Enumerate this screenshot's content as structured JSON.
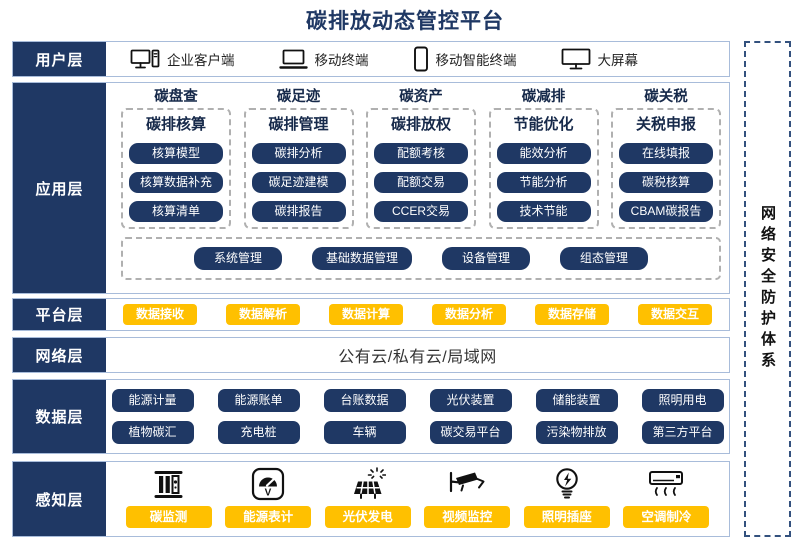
{
  "title": "碳排放动态管控平台",
  "colors": {
    "navy": "#1F3864",
    "yellow": "#FFC000",
    "band_border": "#A8BCDA",
    "dashed_gray": "#B0B0B0",
    "security_dash": "#33517E"
  },
  "user_layer": {
    "label": "用户层",
    "items": [
      {
        "icon": "desktop-computer-icon",
        "label": "企业客户端"
      },
      {
        "icon": "laptop-icon",
        "label": "移动终端"
      },
      {
        "icon": "smartphone-icon",
        "label": "移动智能终端"
      },
      {
        "icon": "big-screen-icon",
        "label": "大屏幕"
      }
    ]
  },
  "app_layer": {
    "label": "应用层",
    "columns": [
      {
        "header": "碳盘查",
        "box_title": "碳排核算",
        "items": [
          "核算模型",
          "核算数据补充",
          "核算清单"
        ]
      },
      {
        "header": "碳足迹",
        "box_title": "碳排管理",
        "items": [
          "碳排分析",
          "碳足迹建模",
          "碳排报告"
        ]
      },
      {
        "header": "碳资产",
        "box_title": "碳排放权",
        "items": [
          "配额考核",
          "配额交易",
          "CCER交易"
        ]
      },
      {
        "header": "碳减排",
        "box_title": "节能优化",
        "items": [
          "能效分析",
          "节能分析",
          "技术节能"
        ]
      },
      {
        "header": "碳关税",
        "box_title": "关税申报",
        "items": [
          "在线填报",
          "碳税核算",
          "CBAM碳报告"
        ]
      }
    ],
    "common_items": [
      "系统管理",
      "基础数据管理",
      "设备管理",
      "组态管理"
    ]
  },
  "platform_layer": {
    "label": "平台层",
    "items": [
      "数据接收",
      "数据解析",
      "数据计算",
      "数据分析",
      "数据存储",
      "数据交互"
    ]
  },
  "network_layer": {
    "label": "网络层",
    "text": "公有云/私有云/局域网"
  },
  "data_layer": {
    "label": "数据层",
    "rows": [
      [
        "能源计量",
        "能源账单",
        "台账数据",
        "光伏装置",
        "储能装置",
        "照明用电"
      ],
      [
        "植物碳汇",
        "充电桩",
        "车辆",
        "碳交易平台",
        "污染物排放",
        "第三方平台"
      ]
    ]
  },
  "perception_layer": {
    "label": "感知层",
    "items": [
      {
        "icon": "carbon-monitor-icon",
        "label": "碳监测"
      },
      {
        "icon": "energy-meter-icon",
        "label": "能源表计"
      },
      {
        "icon": "solar-panel-icon",
        "label": "光伏发电"
      },
      {
        "icon": "cctv-camera-icon",
        "label": "视频监控"
      },
      {
        "icon": "light-bulb-icon",
        "label": "照明插座"
      },
      {
        "icon": "air-conditioner-icon",
        "label": "空调制冷"
      }
    ]
  },
  "security_system": {
    "text": "网络安全防护体系"
  }
}
